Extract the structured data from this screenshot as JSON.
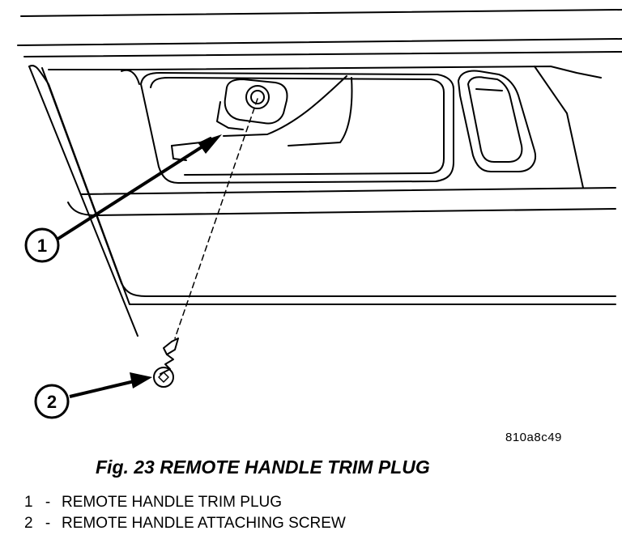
{
  "callouts": [
    {
      "number": "1",
      "label": "REMOTE HANDLE TRIM PLUG"
    },
    {
      "number": "2",
      "label": "REMOTE HANDLE ATTACHING SCREW"
    }
  ],
  "figure_ref": "810a8c49",
  "caption": "Fig. 23 REMOTE HANDLE TRIM PLUG",
  "legend_separator": "-"
}
